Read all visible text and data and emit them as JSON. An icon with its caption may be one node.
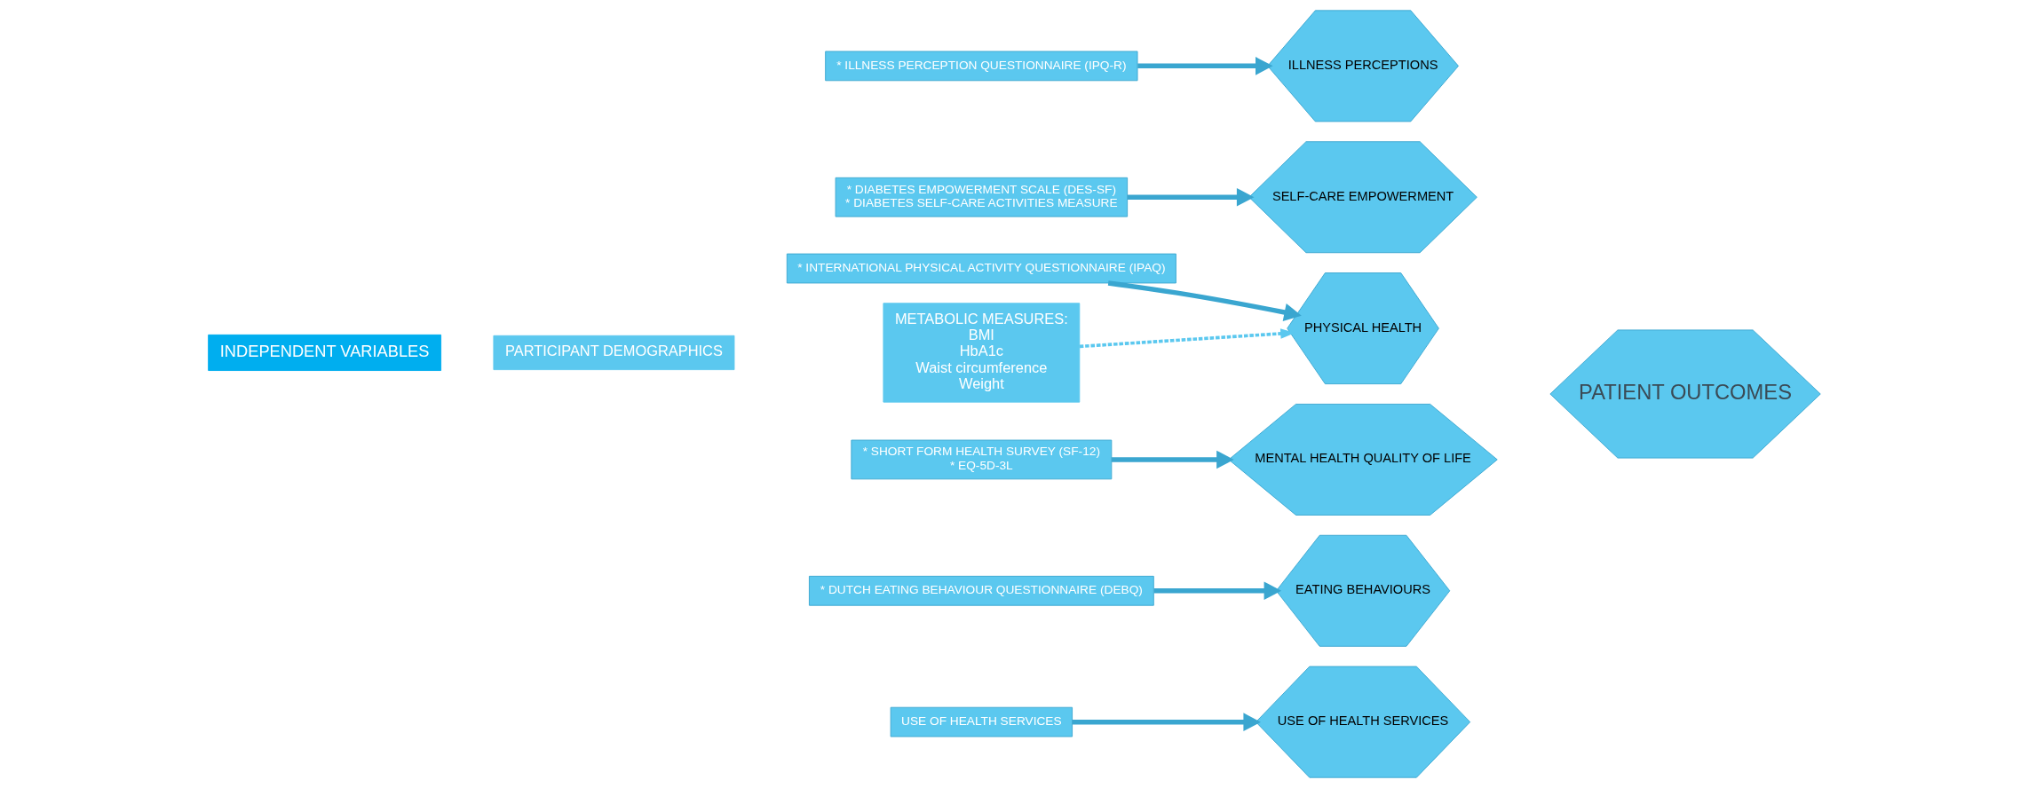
{
  "diagram": {
    "nodes": [
      {
        "text": [
          "PATIENT OUTCOMES"
        ]
      },
      {
        "text": [
          "ILLNESS PERCEPTIONS"
        ]
      },
      {
        "text": [
          "SELF-CARE EMPOWERMENT"
        ]
      },
      {
        "text": [
          "PHYSICAL HEALTH"
        ]
      },
      {
        "text": [
          "MENTAL HEALTH QUALITY OF LIFE"
        ]
      },
      {
        "text": [
          "EATING BEHAVIOURS"
        ]
      },
      {
        "text": [
          "USE OF HEALTH SERVICES"
        ]
      },
      {
        "text": [
          "* ILLNESS PERCEPTION QUESTIONNAIRE (IPQ-R)"
        ]
      },
      {
        "text": [
          "* DIABETES EMPOWERMENT SCALE (DES-SF)",
          "* DIABETES SELF-CARE ACTIVITIES MEASURE"
        ]
      },
      {
        "text": [
          "* INTERNATIONAL PHYSICAL ACTIVITY QUESTIONNAIRE (IPAQ)"
        ]
      },
      {
        "text": [
          "* SHORT FORM HEALTH SURVEY (SF-12)",
          "* EQ-5D-3L"
        ]
      },
      {
        "text": [
          "* DUTCH EATING BEHAVIOUR QUESTIONNAIRE (DEBQ)"
        ]
      },
      {
        "text": [
          "USE OF HEALTH SERVICES"
        ]
      },
      {
        "text": [
          "INDEPENDENT VARIABLES"
        ]
      },
      {
        "text": [
          "PARTICIPANT DEMOGRAPHICS"
        ]
      },
      {
        "text": [
          "METABOLIC MEASURES:",
          "BMI",
          "HbA1c",
          "Waist circumference",
          "Weight"
        ]
      }
    ],
    "edges": [
      {
        "from": 7,
        "to": 1,
        "arrow": "to"
      },
      {
        "from": 8,
        "to": 2,
        "arrow": "to"
      },
      {
        "from": 9,
        "to": 3,
        "arrow": "to"
      },
      {
        "from": 10,
        "to": 4,
        "arrow": "to"
      },
      {
        "from": 11,
        "to": 5,
        "arrow": "to"
      },
      {
        "from": 12,
        "to": 6,
        "arrow": "to"
      },
      {
        "from": 15,
        "to": 3,
        "arrow": "to",
        "style": "dashed"
      }
    ]
  }
}
